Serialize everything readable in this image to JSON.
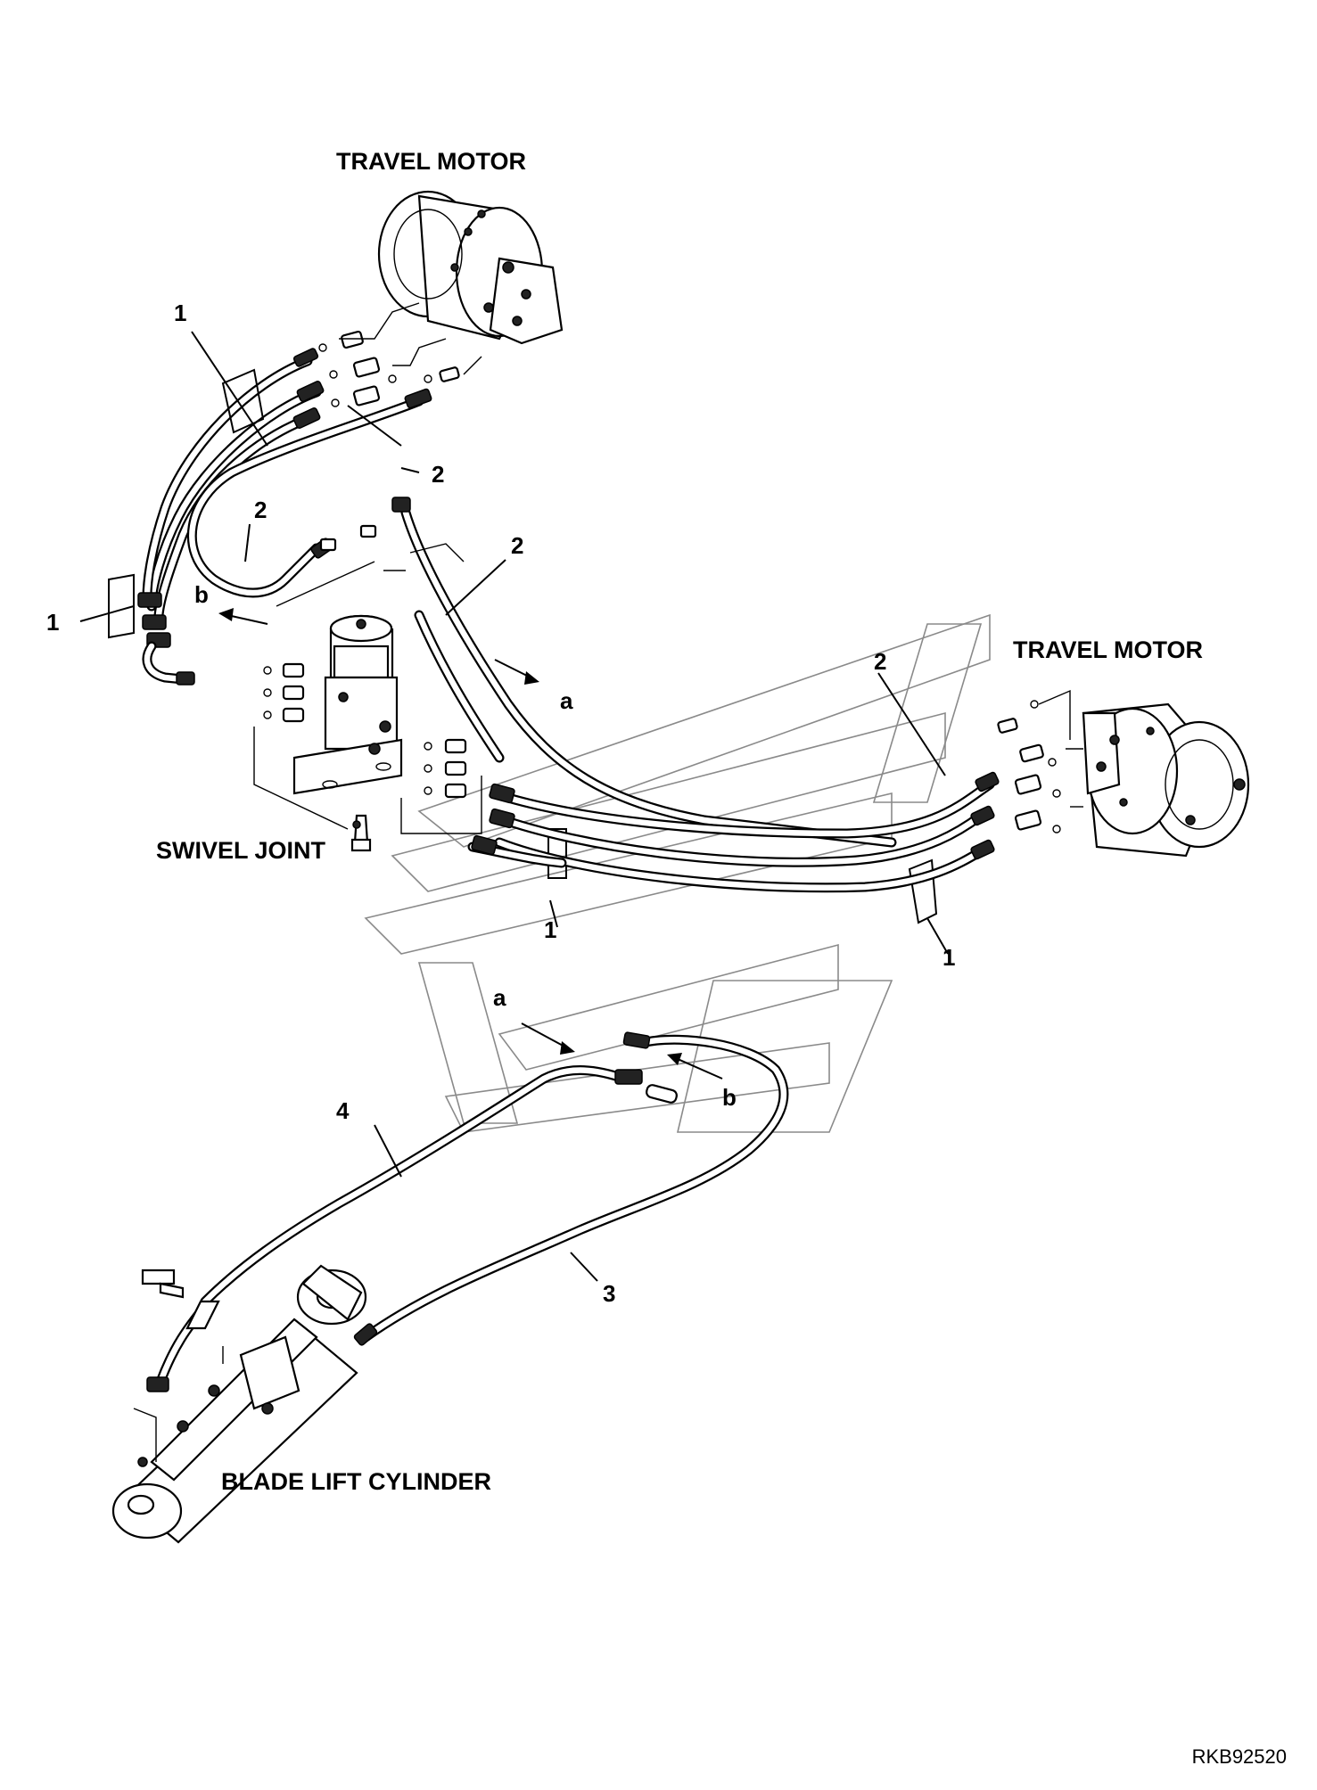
{
  "labels": {
    "travel_motor_top": "TRAVEL MOTOR",
    "travel_motor_right": "TRAVEL MOTOR",
    "swivel_joint": "SWIVEL JOINT",
    "blade_lift_cylinder": "BLADE LIFT CYLINDER"
  },
  "callouts": {
    "c1_a": "1",
    "c1_b": "1",
    "c1_c": "1",
    "c1_d": "1",
    "c2_a": "2",
    "c2_b": "2",
    "c2_c": "2",
    "c2_d": "2",
    "c3": "3",
    "c4": "4"
  },
  "connectors": {
    "a_top": "a",
    "a_bottom": "a",
    "b_top": "b",
    "b_bottom": "b"
  },
  "figure_code": "RKB92520"
}
